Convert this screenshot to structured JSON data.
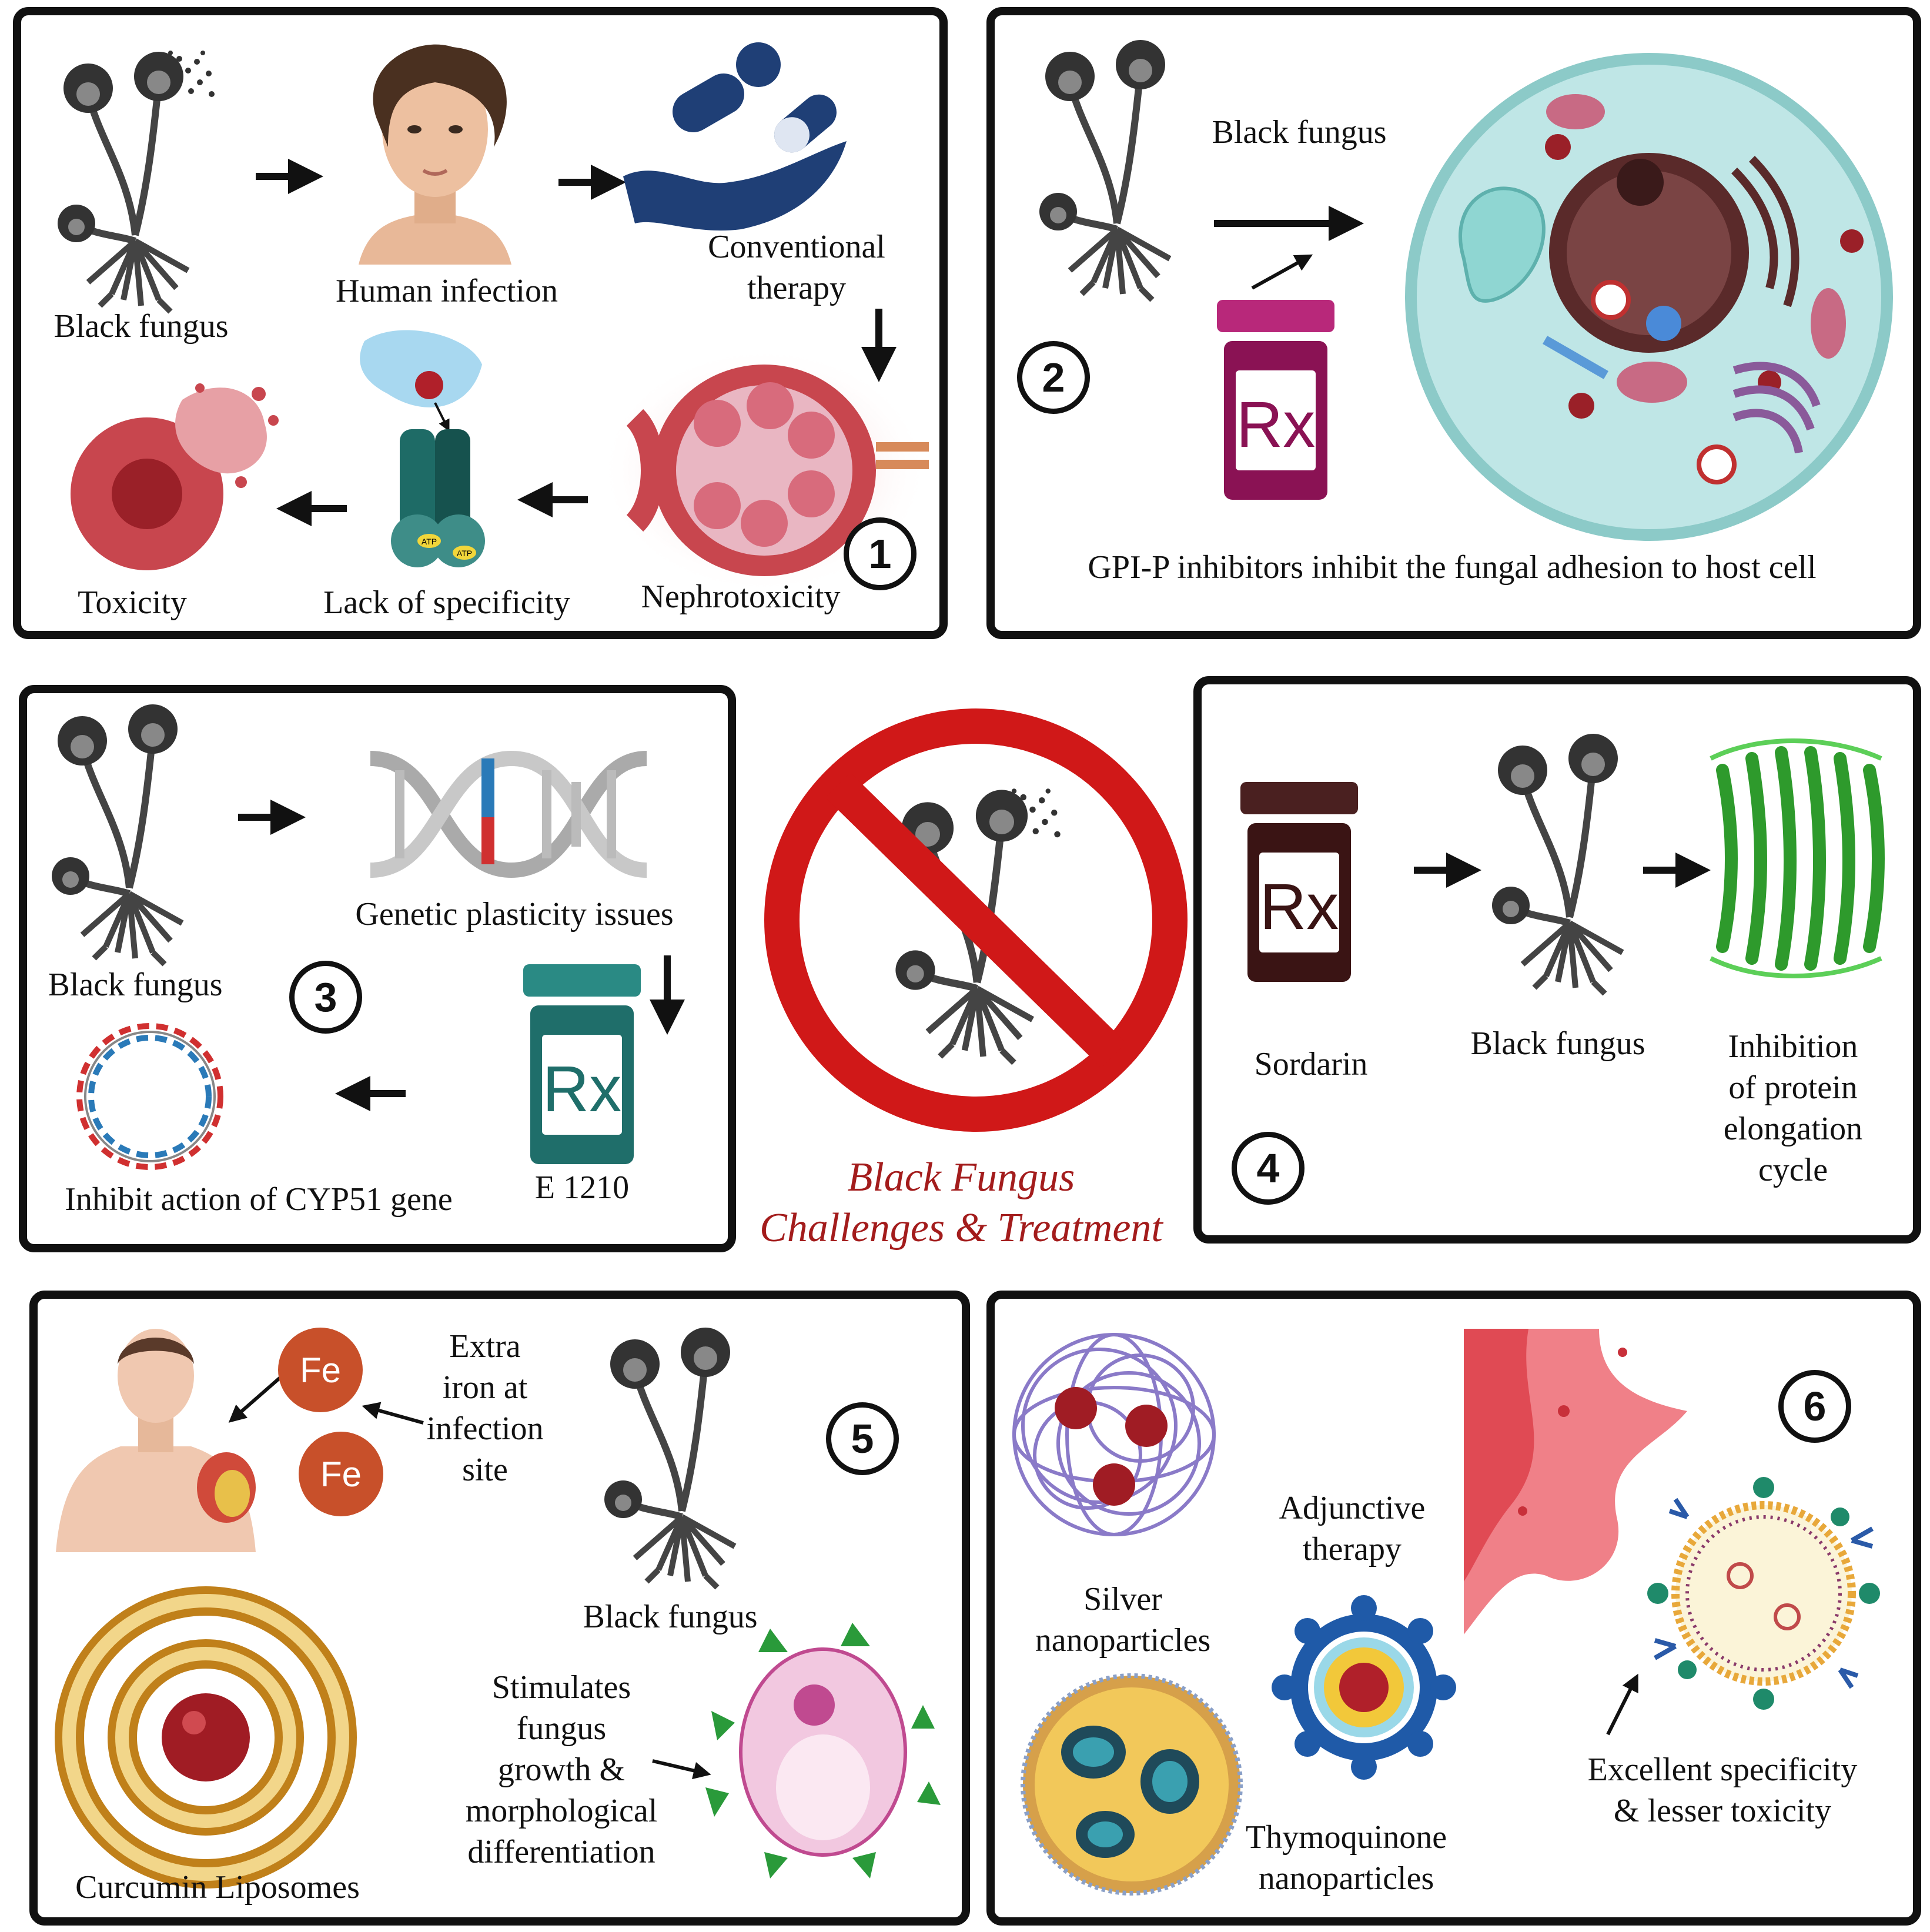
{
  "center": {
    "title_line1": "Black Fungus",
    "title_line2": "Challenges & Treatment"
  },
  "panel1": {
    "number": "1",
    "black_fungus": "Black fungus",
    "human_infection": "Human infection",
    "conventional_therapy_1": "Conventional",
    "conventional_therapy_2": "therapy",
    "nephrotoxicity": "Nephrotoxicity",
    "lack_of_specificity": "Lack of specificity",
    "toxicity": "Toxicity",
    "atp": "ATP"
  },
  "panel2": {
    "number": "2",
    "black_fungus": "Black fungus",
    "rx": "Rx",
    "caption": "GPI-P inhibitors inhibit the fungal adhesion to host cell"
  },
  "panel3": {
    "number": "3",
    "black_fungus": "Black fungus",
    "genetic": "Genetic plasticity issues",
    "e1210": "E 1210",
    "cyp51": "Inhibit action of CYP51 gene",
    "rx": "Rx"
  },
  "panel4": {
    "number": "4",
    "sordarin": "Sordarin",
    "black_fungus": "Black fungus",
    "inhibition_1": "Inhibition",
    "inhibition_2": "of protein",
    "inhibition_3": "elongation",
    "inhibition_4": "cycle",
    "rx": "Rx"
  },
  "panel5": {
    "number": "5",
    "fe": "Fe",
    "extra_iron_1": "Extra",
    "extra_iron_2": "iron at",
    "extra_iron_3": "infection",
    "extra_iron_4": "site",
    "black_fungus": "Black fungus",
    "stimulates_1": "Stimulates",
    "stimulates_2": "fungus",
    "stimulates_3": "growth &",
    "stimulates_4": "morphological",
    "stimulates_5": "differentiation",
    "curcumin": "Curcumin Liposomes"
  },
  "panel6": {
    "number": "6",
    "adjunctive_1": "Adjunctive",
    "adjunctive_2": "therapy",
    "silver_1": "Silver",
    "silver_2": "nanoparticles",
    "thymo_1": "Thymoquinone",
    "thymo_2": "nanoparticles",
    "excellent_1": "Excellent specificity",
    "excellent_2": "& lesser toxicity"
  },
  "colors": {
    "border": "#111111",
    "accent_red": "#a31c1c",
    "prohibit_red": "#d01818",
    "fungus_gray": "#4a4a4a",
    "rx_teal": "#1f6e6a",
    "rx_dark": "#5a1a1a",
    "rx_magenta": "#8a1254",
    "hand_blue": "#1f3f76",
    "cell_teal": "#bfe6e6",
    "kidney_red": "#c8464e",
    "protein_green": "#3cb53a",
    "iron_orange": "#c8502a"
  }
}
